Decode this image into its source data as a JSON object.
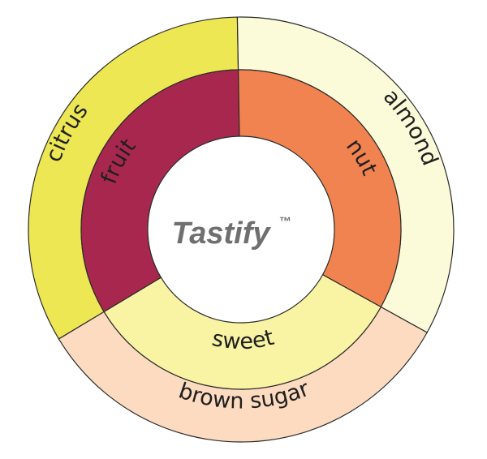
{
  "brand": {
    "name": "Tastify",
    "mark": "™"
  },
  "chart_data": {
    "type": "sunburst",
    "inner_ring": [
      {
        "label": "fruit",
        "value": 90,
        "color": "#a8274f"
      },
      {
        "label": "nut",
        "value": 90,
        "color": "#f0834f"
      },
      {
        "label": "sweet",
        "value": 90,
        "color": "#f9f3a4"
      }
    ],
    "outer_ring": [
      {
        "label": "citrus",
        "parent": "fruit",
        "value": 90,
        "color": "#ece752"
      },
      {
        "label": "almond",
        "parent": "nut",
        "value": 90,
        "color": "#fcfbd9"
      },
      {
        "label": "brown sugar",
        "parent": "sweet",
        "value": 90,
        "color": "#fcdbc0"
      }
    ]
  }
}
